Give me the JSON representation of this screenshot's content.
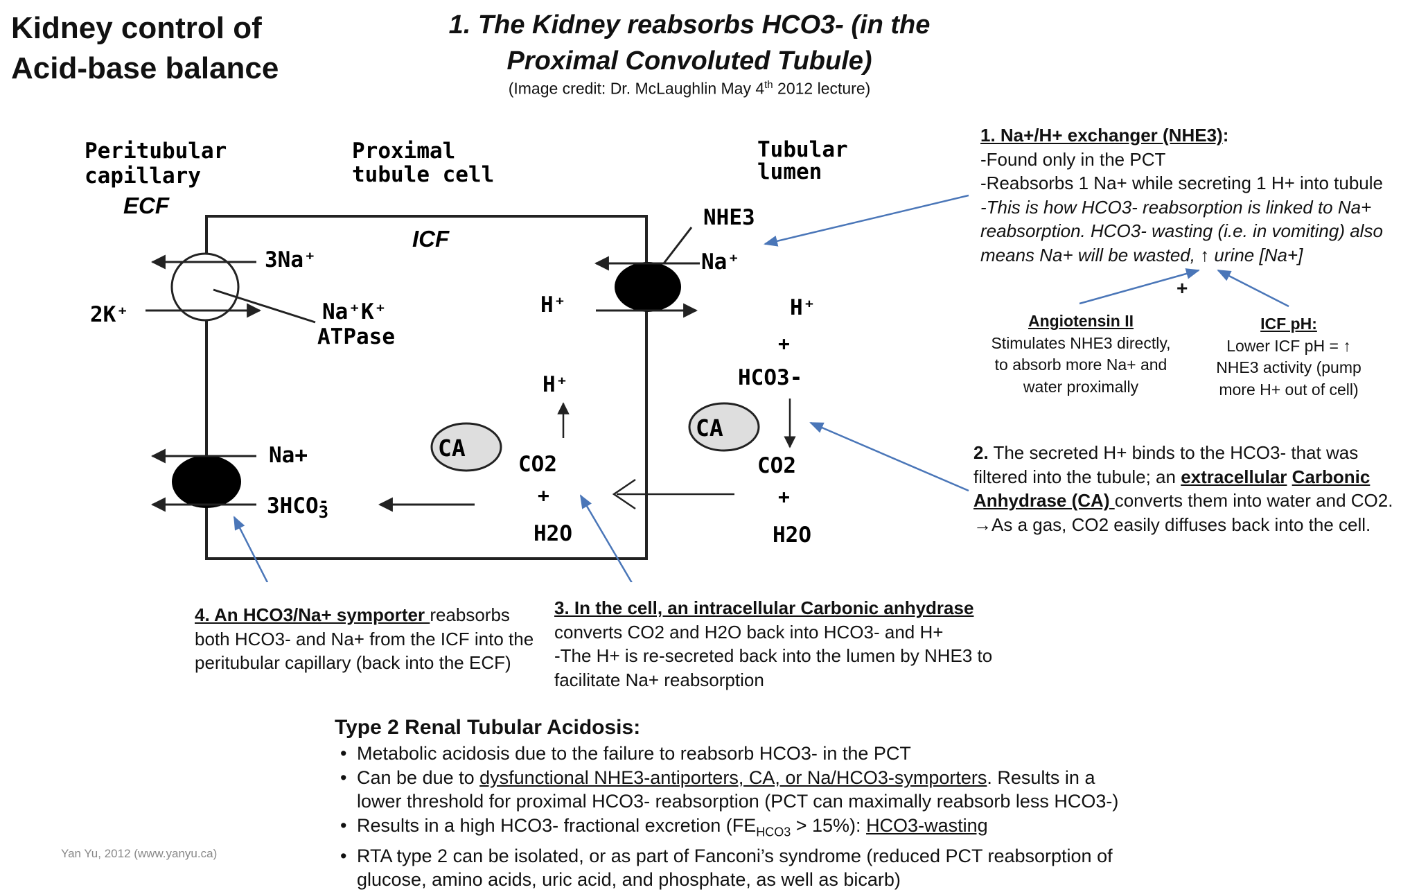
{
  "title": {
    "line1": "Kidney control of",
    "line2": "Acid-base balance"
  },
  "subtitle": {
    "line1": "1. The Kidney reabsorbs HCO3- (in the",
    "line2": "Proximal Convoluted Tubule)"
  },
  "credit": {
    "prefix": "(Image credit: Dr. McLaughlin May 4",
    "sup": "th",
    "suffix": " 2012 lecture)"
  },
  "diagram": {
    "peritubular": {
      "line1": "Peritubular",
      "line2": "capillary"
    },
    "proximal": {
      "line1": "Proximal",
      "line2": "tubule cell"
    },
    "lumen": {
      "line1": "Tubular",
      "line2": "lumen"
    },
    "ecf": "ECF",
    "icf": "ICF",
    "three_na": "3Na⁺",
    "two_k": "2K⁺",
    "atpase_line1": "Na⁺K⁺",
    "atpase_line2": "ATPase",
    "nhe3": "NHE3",
    "na_lumen": "Na⁺",
    "h_cell": "H⁺",
    "h_lumen": "H⁺",
    "plus": "+",
    "hco3_lumen": "HCO3-",
    "ca": "CA",
    "co2": "CO2",
    "h2o": "H2O",
    "na_symp": "Na+",
    "hco3_symp": "3HCO",
    "hco3_symp_sub": "3",
    "hco3_symp_sup": "-",
    "colors": {
      "arrow": "#4a76b8",
      "pump_fill": "#000000",
      "ca_fill": "#dedede"
    }
  },
  "note1": {
    "heading": "1. Na+/H+ exchanger (NHE3)",
    "colon": ":",
    "l1": "-Found only in the PCT",
    "l2": "-Reabsorbs 1 Na+ while secreting 1 H+ into tubule",
    "l3": "-This is how HCO3- reabsorption is linked to Na+",
    "l4": "reabsorption. HCO3- wasting (i.e. in vomiting) also",
    "l5": "means Na+ will be wasted, ↑ urine [Na+]",
    "plus": "+"
  },
  "angiotensin": {
    "heading": "Angiotensin II",
    "l1": "Stimulates NHE3 directly,",
    "l2": "to absorb more Na+ and",
    "l3": "water proximally"
  },
  "icfph": {
    "heading": "ICF pH:",
    "l1": "Lower ICF pH = ↑",
    "l2": "NHE3 activity (pump",
    "l3": "more H+ out of cell)"
  },
  "note2": {
    "num": "2.",
    "l1": " The secreted H+ binds to the HCO3- that was",
    "l2": "filtered into the tubule; an ",
    "l2_b1": "extracellular",
    "l2_b2": "Carbonic",
    "l3_b": "Anhydrase (CA) ",
    "l3": "converts them into water and CO2.",
    "l4": "→As a gas, CO2 easily diffuses back into the cell."
  },
  "note3": {
    "heading": "3. In the cell, an intracellular Carbonic anhydrase",
    "l1": "converts CO2 and H2O  back into HCO3- and H+",
    "l2": "-The H+ is re-secreted back into the lumen by NHE3 to",
    "l3": "facilitate Na+ reabsorption"
  },
  "note4": {
    "heading": "4. An HCO3/Na+ symporter ",
    "h_tail": "reabsorbs",
    "l1": "both HCO3- and Na+ from the ICF into the",
    "l2": "peritubular capillary (back into the ECF)"
  },
  "rta": {
    "heading": "Type 2 Renal Tubular Acidosis:",
    "b1": "Metabolic acidosis due to the failure to reabsorb HCO3- in the PCT",
    "b2_pre": "Can be due to ",
    "b2_u": "dysfunctional NHE3-antiporters, CA, or Na/HCO3-symporters",
    "b2_post": ". Results in a",
    "b2_l2": "lower threshold for proximal HCO3- reabsorption (PCT can maximally reabsorb less HCO3-)",
    "b3_pre": "Results in a high HCO3- fractional excretion (FE",
    "b3_sub": "HCO3",
    "b3_mid": " > 15%): ",
    "b3_u": "HCO3-wasting",
    "b4": "RTA type 2 can be isolated, or as part of Fanconi’s syndrome (reduced PCT reabsorption of",
    "b4_l2": "glucose, amino acids, uric acid, and phosphate, as well as bicarb)"
  },
  "footer": "Yan Yu, 2012 (www.yanyu.ca)"
}
